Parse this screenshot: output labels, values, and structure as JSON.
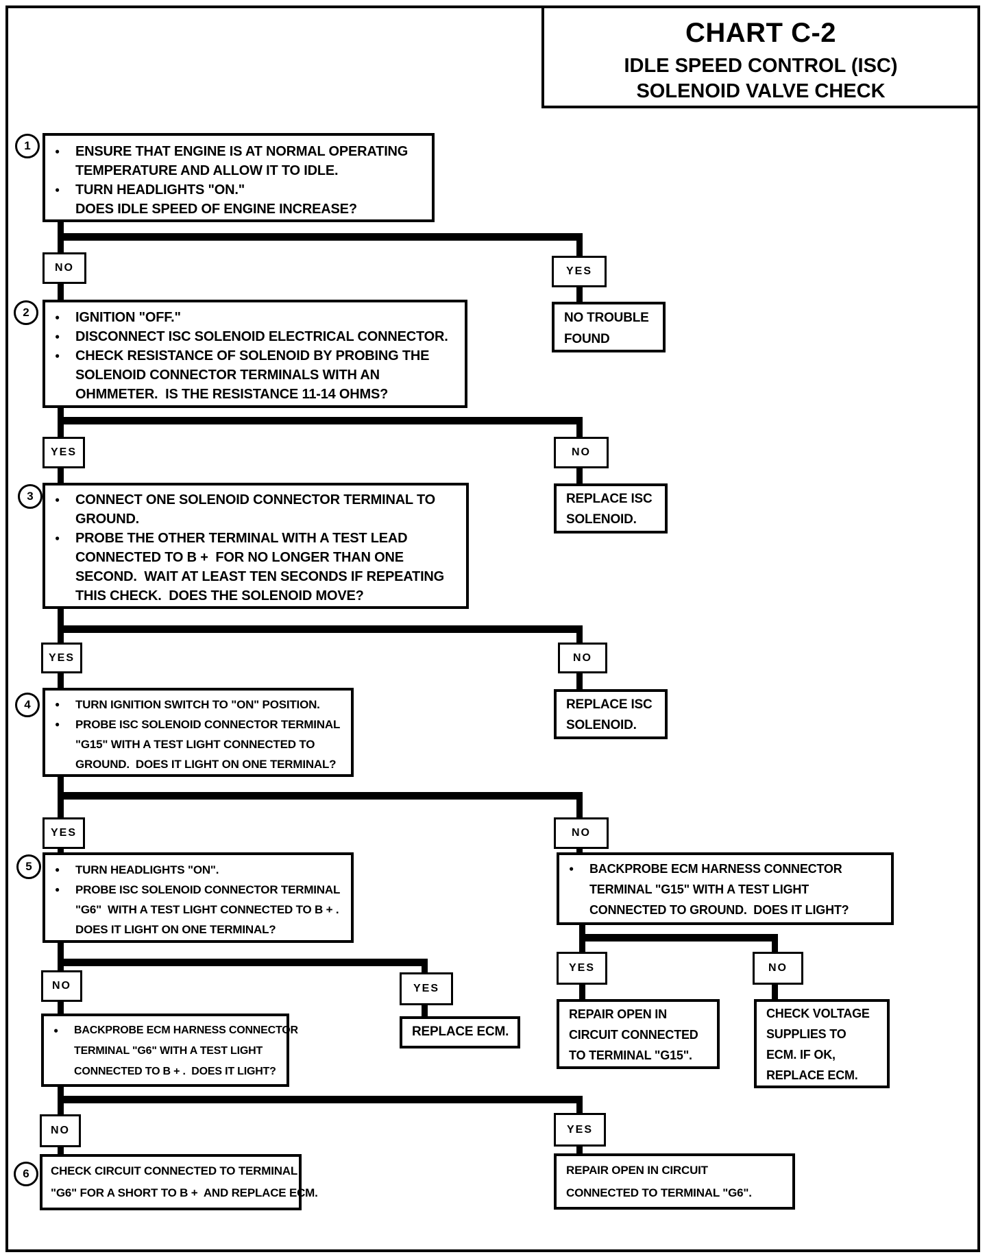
{
  "colors": {
    "ink": "#000000",
    "paper": "#ffffff"
  },
  "glyphs": {
    "bullet": "●"
  },
  "labels": {
    "yes": "YES",
    "no": "NO"
  },
  "title": {
    "line1": "CHART C-2",
    "line2": "IDLE SPEED CONTROL (ISC)",
    "line3": "SOLENOID VALVE CHECK"
  },
  "step_numbers": [
    "1",
    "2",
    "3",
    "4",
    "5",
    "6"
  ],
  "boxes": {
    "step1": {
      "lines": [
        {
          "bullet": true,
          "text": "ENSURE THAT ENGINE IS AT NORMAL OPERATING"
        },
        {
          "bullet": false,
          "text": "TEMPERATURE AND ALLOW IT TO IDLE."
        },
        {
          "bullet": true,
          "text": "TURN HEADLIGHTS \"ON.\""
        },
        {
          "bullet": false,
          "text": "DOES IDLE SPEED OF ENGINE INCREASE?"
        }
      ]
    },
    "step2": {
      "lines": [
        {
          "bullet": true,
          "text": "IGNITION \"OFF.\""
        },
        {
          "bullet": true,
          "text": "DISCONNECT ISC SOLENOID ELECTRICAL CONNECTOR."
        },
        {
          "bullet": true,
          "text": "CHECK RESISTANCE OF SOLENOID BY PROBING THE"
        },
        {
          "bullet": false,
          "text": "SOLENOID CONNECTOR TERMINALS WITH AN"
        },
        {
          "bullet": false,
          "text": "OHMMETER.  IS THE RESISTANCE 11-14 OHMS?"
        }
      ]
    },
    "step3": {
      "lines": [
        {
          "bullet": true,
          "text": "CONNECT ONE SOLENOID CONNECTOR TERMINAL TO"
        },
        {
          "bullet": false,
          "text": "GROUND."
        },
        {
          "bullet": true,
          "text": "PROBE THE OTHER TERMINAL WITH A TEST LEAD"
        },
        {
          "bullet": false,
          "text": "CONNECTED TO B +  FOR NO LONGER THAN ONE"
        },
        {
          "bullet": false,
          "text": "SECOND.  WAIT AT LEAST TEN SECONDS IF REPEATING"
        },
        {
          "bullet": false,
          "text": "THIS CHECK.  DOES THE SOLENOID MOVE?"
        }
      ]
    },
    "step4": {
      "lines": [
        {
          "bullet": true,
          "text": "TURN IGNITION SWITCH TO \"ON\" POSITION."
        },
        {
          "bullet": true,
          "text": "PROBE ISC SOLENOID CONNECTOR TERMINAL"
        },
        {
          "bullet": false,
          "text": "\"G15\" WITH A TEST LIGHT CONNECTED TO"
        },
        {
          "bullet": false,
          "text": "GROUND.  DOES IT LIGHT ON ONE TERMINAL?"
        }
      ]
    },
    "step5": {
      "lines": [
        {
          "bullet": true,
          "text": "TURN HEADLIGHTS \"ON\"."
        },
        {
          "bullet": true,
          "text": "PROBE ISC SOLENOID CONNECTOR TERMINAL"
        },
        {
          "bullet": false,
          "text": "\"G6\"  WITH A TEST LIGHT CONNECTED TO B + ."
        },
        {
          "bullet": false,
          "text": "DOES IT LIGHT ON ONE TERMINAL?"
        }
      ]
    },
    "backprobe_g15": {
      "lines": [
        {
          "bullet": true,
          "text": "BACKPROBE ECM HARNESS CONNECTOR"
        },
        {
          "bullet": false,
          "text": "TERMINAL \"G15\" WITH A TEST LIGHT"
        },
        {
          "bullet": false,
          "text": "CONNECTED TO GROUND.  DOES IT LIGHT?"
        }
      ]
    },
    "backprobe_g6": {
      "lines": [
        {
          "bullet": true,
          "text": "BACKPROBE ECM HARNESS CONNECTOR"
        },
        {
          "bullet": false,
          "text": "TERMINAL \"G6\" WITH A TEST LIGHT"
        },
        {
          "bullet": false,
          "text": "CONNECTED TO B + .  DOES IT LIGHT?"
        }
      ]
    },
    "step6": {
      "lines": [
        {
          "bullet": false,
          "text": "CHECK CIRCUIT CONNECTED TO TERMINAL"
        },
        {
          "bullet": false,
          "text": "\"G6\" FOR A SHORT TO B +  AND REPLACE ECM."
        }
      ]
    },
    "no_trouble": {
      "lines": [
        "NO TROUBLE",
        "FOUND"
      ]
    },
    "replace_isc_1": {
      "lines": [
        "REPLACE ISC",
        "SOLENOID."
      ]
    },
    "replace_isc_2": {
      "lines": [
        "REPLACE ISC",
        "SOLENOID."
      ]
    },
    "replace_ecm": {
      "lines": [
        "REPLACE ECM."
      ]
    },
    "repair_g15": {
      "lines": [
        "REPAIR OPEN IN",
        "CIRCUIT CONNECTED",
        "TO TERMINAL \"G15\"."
      ]
    },
    "check_voltage": {
      "lines": [
        "CHECK VOLTAGE",
        "SUPPLIES TO",
        "ECM.  IF OK,",
        "REPLACE ECM."
      ]
    },
    "repair_g6": {
      "lines": [
        "REPAIR OPEN IN CIRCUIT",
        "CONNECTED TO TERMINAL \"G6\"."
      ]
    }
  }
}
